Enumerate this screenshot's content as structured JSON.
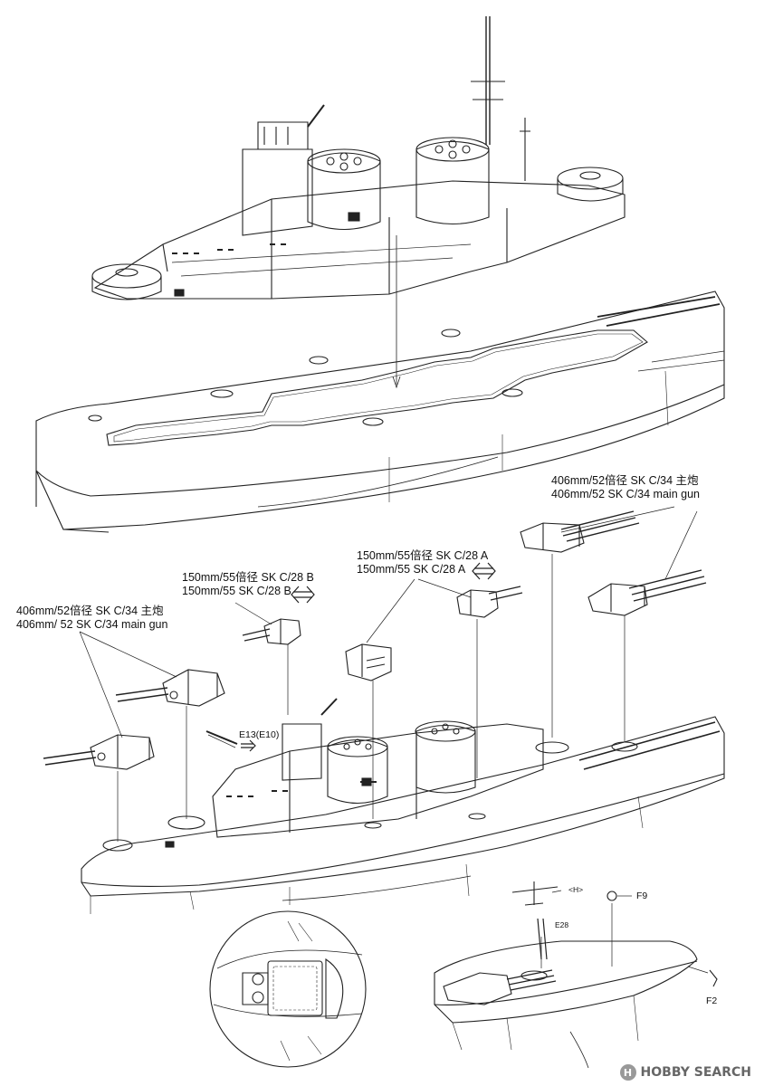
{
  "callouts": {
    "main_gun_right": {
      "line1": "406mm/52倍径 SK C/34 主炮",
      "line2": "406mm/52 SK C/34 main gun"
    },
    "main_gun_left": {
      "line1": "406mm/52倍径 SK C/34 主炮",
      "line2": "406mm/ 52 SK C/34 main gun"
    },
    "sec_a": {
      "line1": "150mm/55倍径 SK C/28 A",
      "line2": "150mm/55 SK C/28 A"
    },
    "sec_b": {
      "line1": "150mm/55倍径 SK C/28 B",
      "line2": "150mm/55 SK C/28 B"
    }
  },
  "part_labels": {
    "e13": "E13(E10)",
    "h": "<H>",
    "f9": "F9",
    "e28": "E28",
    "f2": "F2"
  },
  "watermark": {
    "logo": "H",
    "text": "HOBBY SEARCH"
  }
}
